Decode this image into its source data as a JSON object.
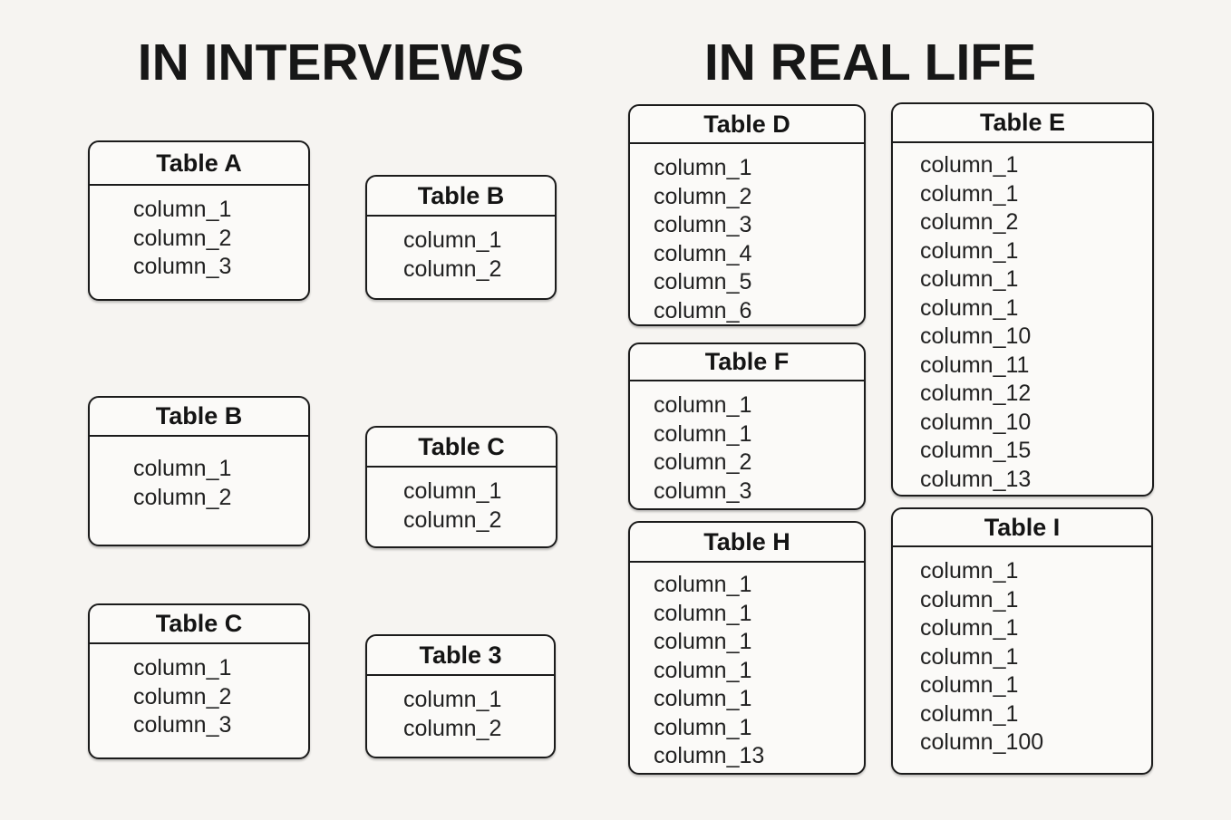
{
  "page": {
    "background": "#f6f4f1",
    "ink": "#1c1c1e",
    "box_fill": "#fbfaf8",
    "border_color": "#1b1b1b"
  },
  "sections": [
    {
      "name": "in-interviews",
      "title": "IN INTERVIEWS",
      "tables": [
        {
          "key": "table-a",
          "title": "Table A",
          "columns": [
            "column_1",
            "column_2",
            "column_3"
          ]
        },
        {
          "key": "table-b-top",
          "title": "Table B",
          "columns": [
            "column_1",
            "column_2"
          ]
        },
        {
          "key": "table-b-mid",
          "title": "Table B",
          "columns": [
            "column_1",
            "column_2"
          ]
        },
        {
          "key": "table-c-mid",
          "title": "Table C",
          "columns": [
            "column_1",
            "column_2"
          ]
        },
        {
          "key": "table-c-bottom",
          "title": "Table C",
          "columns": [
            "column_1",
            "column_2",
            "column_3"
          ]
        },
        {
          "key": "table-3",
          "title": "Table 3",
          "columns": [
            "column_1",
            "column_2"
          ]
        }
      ]
    },
    {
      "name": "in-real-life",
      "title": "IN REAL LIFE",
      "tables": [
        {
          "key": "table-d",
          "title": "Table D",
          "columns": [
            "column_1",
            "column_2",
            "column_3",
            "column_4",
            "column_5",
            "column_6"
          ]
        },
        {
          "key": "table-e",
          "title": "Table E",
          "columns": [
            "column_1",
            "column_1",
            "column_2",
            "column_1",
            "column_1",
            "column_1",
            "column_10",
            "column_11",
            "column_12",
            "column_10",
            "column_15",
            "column_13"
          ]
        },
        {
          "key": "table-f",
          "title": "Table F",
          "columns": [
            "column_1",
            "column_1",
            "column_2",
            "column_3"
          ]
        },
        {
          "key": "table-h",
          "title": "Table H",
          "columns": [
            "column_1",
            "column_1",
            "column_1",
            "column_1",
            "column_1",
            "column_1",
            "column_13"
          ]
        },
        {
          "key": "table-i",
          "title": "Table I",
          "columns": [
            "column_1",
            "column_1",
            "column_1",
            "column_1",
            "column_1",
            "column_1",
            "column_100"
          ]
        }
      ]
    }
  ]
}
